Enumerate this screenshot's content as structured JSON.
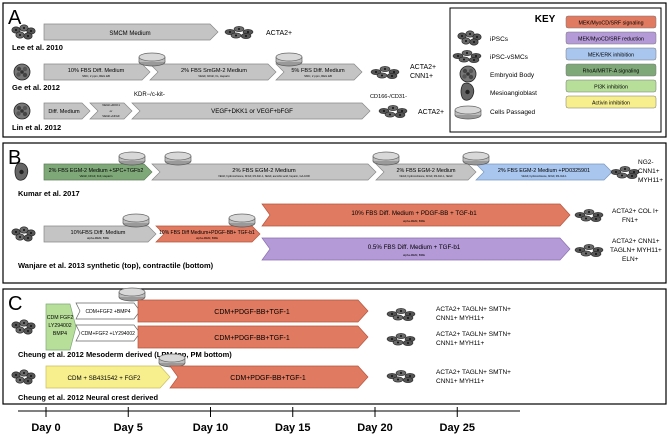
{
  "panels": {
    "A": {
      "letter": "A"
    },
    "B": {
      "letter": "B"
    },
    "C": {
      "letter": "C"
    }
  },
  "key": {
    "title": "KEY",
    "cell_items": [
      "iPSCs",
      "iPSC-vSMCs",
      "Embryoid Body",
      "Mesioangioblast",
      "Cells Passaged"
    ],
    "signal_items": [
      {
        "label": "MEK/MyoCD/SRF signaling",
        "color": "#e07a60"
      },
      {
        "label": "MEK/MyoCD/SRF reduction",
        "color": "#b59ad8"
      },
      {
        "label": "MEK/ERK inhibition",
        "color": "#a9c6ee"
      },
      {
        "label": "RhoA/MRTF-A signaling",
        "color": "#7fa878"
      },
      {
        "label": "PI3K inhibition",
        "color": "#b7df9a"
      },
      {
        "label": "Activin inhibition",
        "color": "#f7ef8e"
      }
    ]
  },
  "colors": {
    "gray": "#c4c4c4",
    "orange": "#e07a60",
    "purple": "#b59ad8",
    "blue": "#a9c6ee",
    "darkgreen": "#7fa878",
    "lightgreen": "#b7df9a",
    "yellow": "#f7ef8e"
  },
  "panelA": {
    "lee": {
      "medium": "SMCM Medium",
      "marker": "ACTA2+",
      "citation": "Lee et al. 2010"
    },
    "ge": {
      "m1": "10% FBS Diff. Medium",
      "m1_sub": "SMC, 2 ppm, REG EB",
      "m2": "2% FBS SmGM-2 Medium",
      "m2_sub": "VEGF, bFGF, IG, Heparin",
      "m3": "5% FBS Diff. Medium",
      "m3_sub": "SMC, 2 ppm, REG EB",
      "marker1": "ACTA2+",
      "marker2": "CNN1+",
      "citation": "Ge et al. 2012"
    },
    "lin": {
      "m1": "Diff. Medium",
      "sort": "KDR−/c-kit-",
      "small1": "VEGF+DKK1",
      "small_or": "or",
      "small2": "VEGF+bFGF",
      "m2": "VEGF+DKK1 or VEGF+bFGF",
      "sort2": "CD166-/CD31-",
      "marker": "ACTA2+",
      "citation": "Lin et al. 2012"
    }
  },
  "panelB": {
    "kumar": {
      "m1": "2% FBS EGM-2 Medium +SPC+TGFb2",
      "m1_sub": "VEGF, bFGF, IGF, Heparin",
      "m2": "2% FBS EGM-2 Medium",
      "m2_sub": "VEGF, hydrocortisone, bFGF, R3-IGF-1, hEGF, ascorbic acid, heparin, GA-1000",
      "m3": "2% FBS EGM-2 Medium",
      "m3_sub": "VEGF, hydrocortisone, bFGF, R3-IGF-1, hEGF",
      "m4": "2% FBS EGM-2 Medium +PD0325901",
      "m4_sub": "VEGF, hydrocortisone, bFGF, R3-IGF-1",
      "marker1": "NG2-",
      "marker2": "CNN1+",
      "marker3": "MYH11+",
      "citation": "Kumar et al. 2017"
    },
    "wanjare": {
      "m1": "10%FBS Diff. Medium",
      "m1_sub": "alpha-MEM, BME",
      "m2": "10% FBS Diff Medium+PDGF-BB+ TGF-b1",
      "m2_sub": "alpha-MEM, BME",
      "m3": "10% FBS Diff. Medium + PDGF-BB + TGF-b1",
      "m3_sub": "alpha-MEM, BME",
      "m4": "0.5% FBS Diff. Medium + TGF-b1",
      "m4_sub": "alpha-MEM, BME",
      "top_marker1": "ACTA2+ COL I+",
      "top_marker2": "FN1+",
      "bot_marker1": "ACTA2+ CNN1+",
      "bot_marker2": "TAGLN+ MYH11+",
      "bot_marker3": "ELN+",
      "citation": "Wanjare et al. 2013 synthetic (top), contractile (bottom)"
    }
  },
  "panelC": {
    "meso": {
      "start1": "CDM FGF2",
      "start2": "LY294002",
      "start3": "BMP4",
      "top_pre": "CDM+FGF2 +BMP4",
      "top_main": "CDM+PDGF-BB+TGF-1",
      "bot_pre": "CDM+FGF2 +LY294002",
      "bot_main": "CDM+PDGF-BB+TGF-1",
      "marker_a1": "ACTA2+ TAGLN+ SMTN+",
      "marker_a2": "CNN1+ MYH11+",
      "marker_b1": "ACTA2+ TAGLN+ SMTN+",
      "marker_b2": "CNN1+ MYH11+",
      "citation": "Cheung et al. 2012 Mesoderm derived (LPM top, PM bottom)"
    },
    "neural": {
      "pre": "CDM + SB431542 + FGF2",
      "main": "CDM+PDGF-BB+TGF-1",
      "marker1": "ACTA2+ TAGLN+ SMTN+",
      "marker2": "CNN1+ MYH11+",
      "citation": "Cheung et al. 2012 Neural crest derived"
    }
  },
  "timeline": {
    "ticks": [
      {
        "label": "Day 0",
        "day": 0
      },
      {
        "label": "Day 5",
        "day": 5
      },
      {
        "label": "Day 10",
        "day": 10
      },
      {
        "label": "Day 15",
        "day": 15
      },
      {
        "label": "Day 20",
        "day": 20
      },
      {
        "label": "Day 25",
        "day": 25
      }
    ]
  }
}
